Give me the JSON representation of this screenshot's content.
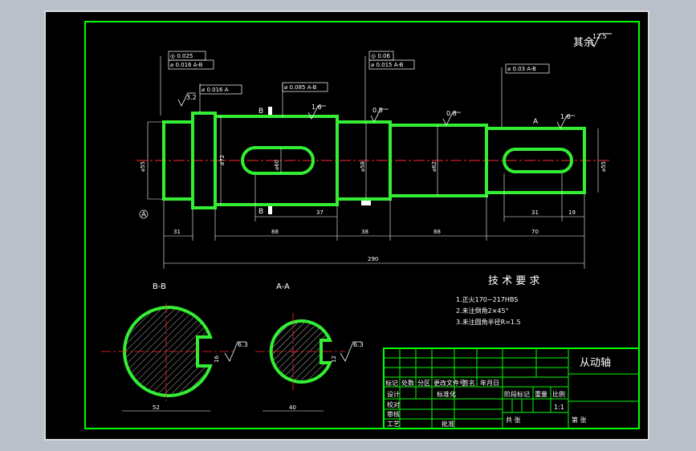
{
  "colors": {
    "bg": "#000000",
    "border": "#00ff00",
    "outline": "#33ee33",
    "dim": "#ffffff",
    "center": "#ff2a2a",
    "frame_outer": "#c8ccd2"
  },
  "roughness_note": {
    "label": "其余",
    "value": "12.5"
  },
  "tolerance_frames": [
    {
      "lines": [
        "◎ 0.025",
        "⌀ 0.016 A-B"
      ]
    },
    {
      "lines": [
        "⌀ 0.016 A"
      ]
    },
    {
      "lines": [
        "⌀ 0.085 A-B"
      ]
    },
    {
      "lines": [
        "◎ 0.06",
        "⌀ 0.015 A-B"
      ]
    },
    {
      "lines": [
        "⌀ 0.03 A-B"
      ]
    }
  ],
  "datums": [
    "A",
    "B",
    "A",
    "B"
  ],
  "surface_marks": [
    "1.6",
    "0.8",
    "0.8",
    "1.6",
    "3.2"
  ],
  "diameter_labels": [
    "⌀55",
    "⌀72",
    "⌀60",
    "⌀58",
    "⌀62",
    "⌀55"
  ],
  "dimensions": [
    "31",
    "88",
    "37",
    "38",
    "88",
    "70",
    "31",
    "19",
    "290"
  ],
  "tech_requirements": {
    "title": "技 术 要 求",
    "items": [
      "1.正火170~217HBS",
      "2.未注倒角2×45°",
      "3.未注圆角半径R=1.5"
    ]
  },
  "sections": [
    {
      "label": "B-B",
      "width_dim": "52",
      "key_dim": "16",
      "rough": "6.3"
    },
    {
      "label": "A-A",
      "width_dim": "40",
      "key_dim": "12",
      "rough": "6.3"
    }
  ],
  "title_block": {
    "part_name": "从动轴",
    "header_row": [
      "标记",
      "处数",
      "分区",
      "更改文件号",
      "签名",
      "年月日"
    ],
    "design_row": [
      "设计",
      "",
      "标准化",
      "",
      "阶段标记",
      "重量",
      "比例"
    ],
    "check_rows": [
      "校对",
      "审核",
      "工艺"
    ],
    "approve": "批准",
    "scale": "1:1",
    "sheet_total": "共   张",
    "sheet_no": "第   张"
  }
}
